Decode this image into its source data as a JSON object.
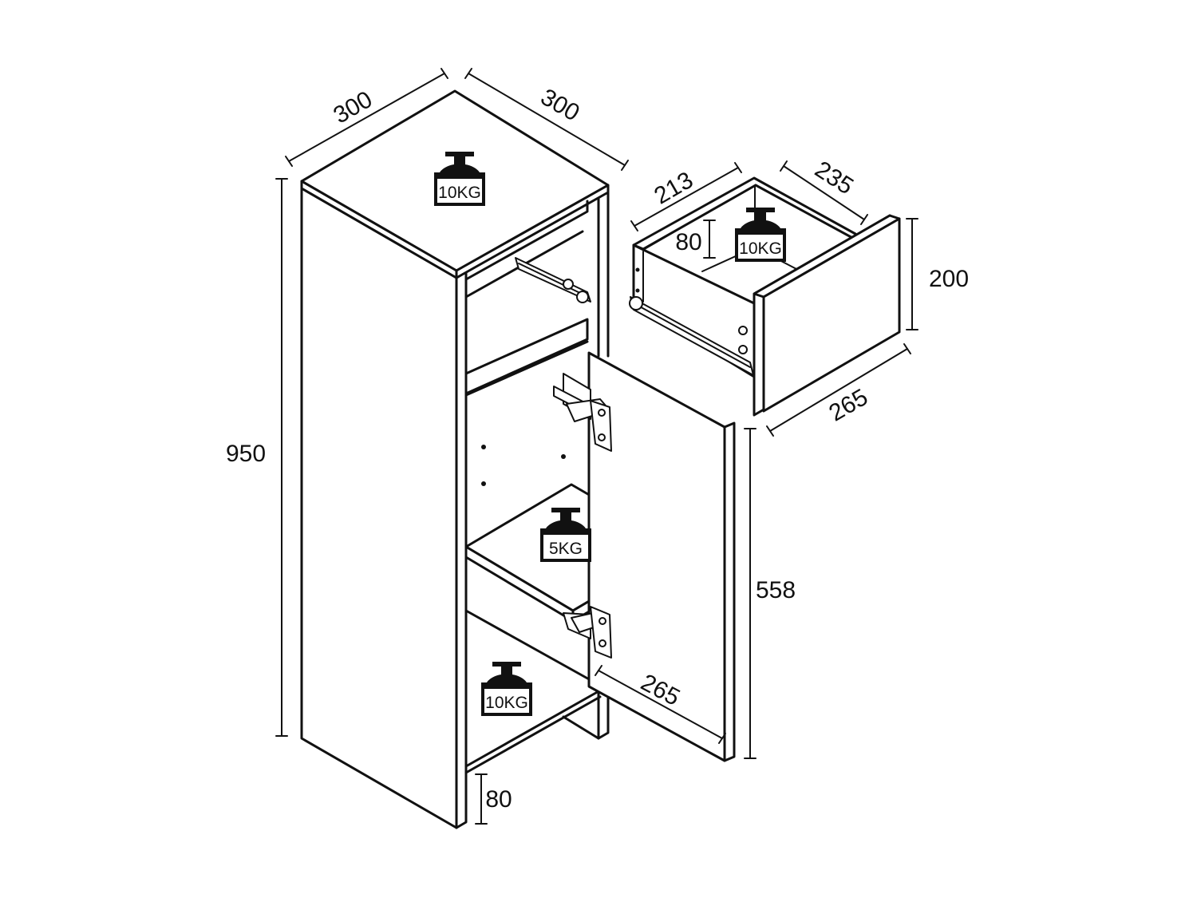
{
  "dimensions": {
    "cabinet_width": "300",
    "cabinet_depth": "300",
    "cabinet_height": "950",
    "door_height": "558",
    "door_width": "265",
    "plinth_height": "80",
    "drawer_depth_side": "213",
    "drawer_inner_width": "235",
    "drawer_inner_height": "80",
    "drawer_front_height": "200",
    "drawer_front_width": "265"
  },
  "load_ratings": {
    "top": "10KG",
    "drawer": "10KG",
    "shelf": "5KG",
    "bottom": "10KG"
  }
}
